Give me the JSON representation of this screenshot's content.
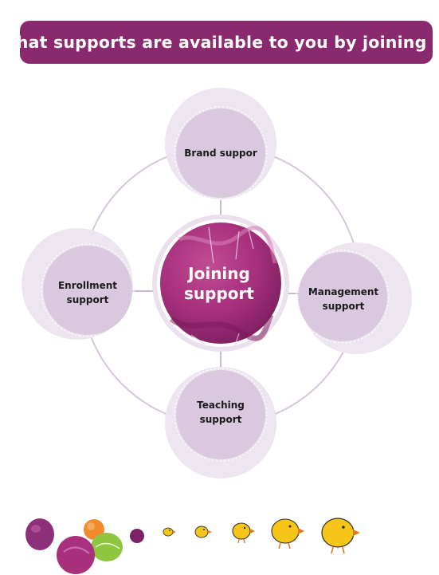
{
  "header": {
    "title": "What supports are available to you by joining us"
  },
  "diagram": {
    "center": {
      "line1": "Joining",
      "line2": "support"
    },
    "nodes": {
      "top": {
        "line1": "Brand suppor",
        "line2": ""
      },
      "left": {
        "line1": "Enrollment",
        "line2": "support"
      },
      "right": {
        "line1": "Management",
        "line2": "support"
      },
      "bottom": {
        "line1": "Teaching",
        "line2": "support"
      }
    }
  },
  "colors": {
    "banner": "#8a2a6e",
    "center_fill": "#a8307d",
    "node_outer": "#ebe4ee",
    "node_inner": "#dccbe0",
    "ring": "#cdb8d3",
    "chick_yellow": "#f5c518"
  },
  "decor": {
    "items": [
      "purple-berry-icon",
      "plum-icon",
      "orange-fruit-icon",
      "green-leaf-icon",
      "chick-icon"
    ]
  }
}
